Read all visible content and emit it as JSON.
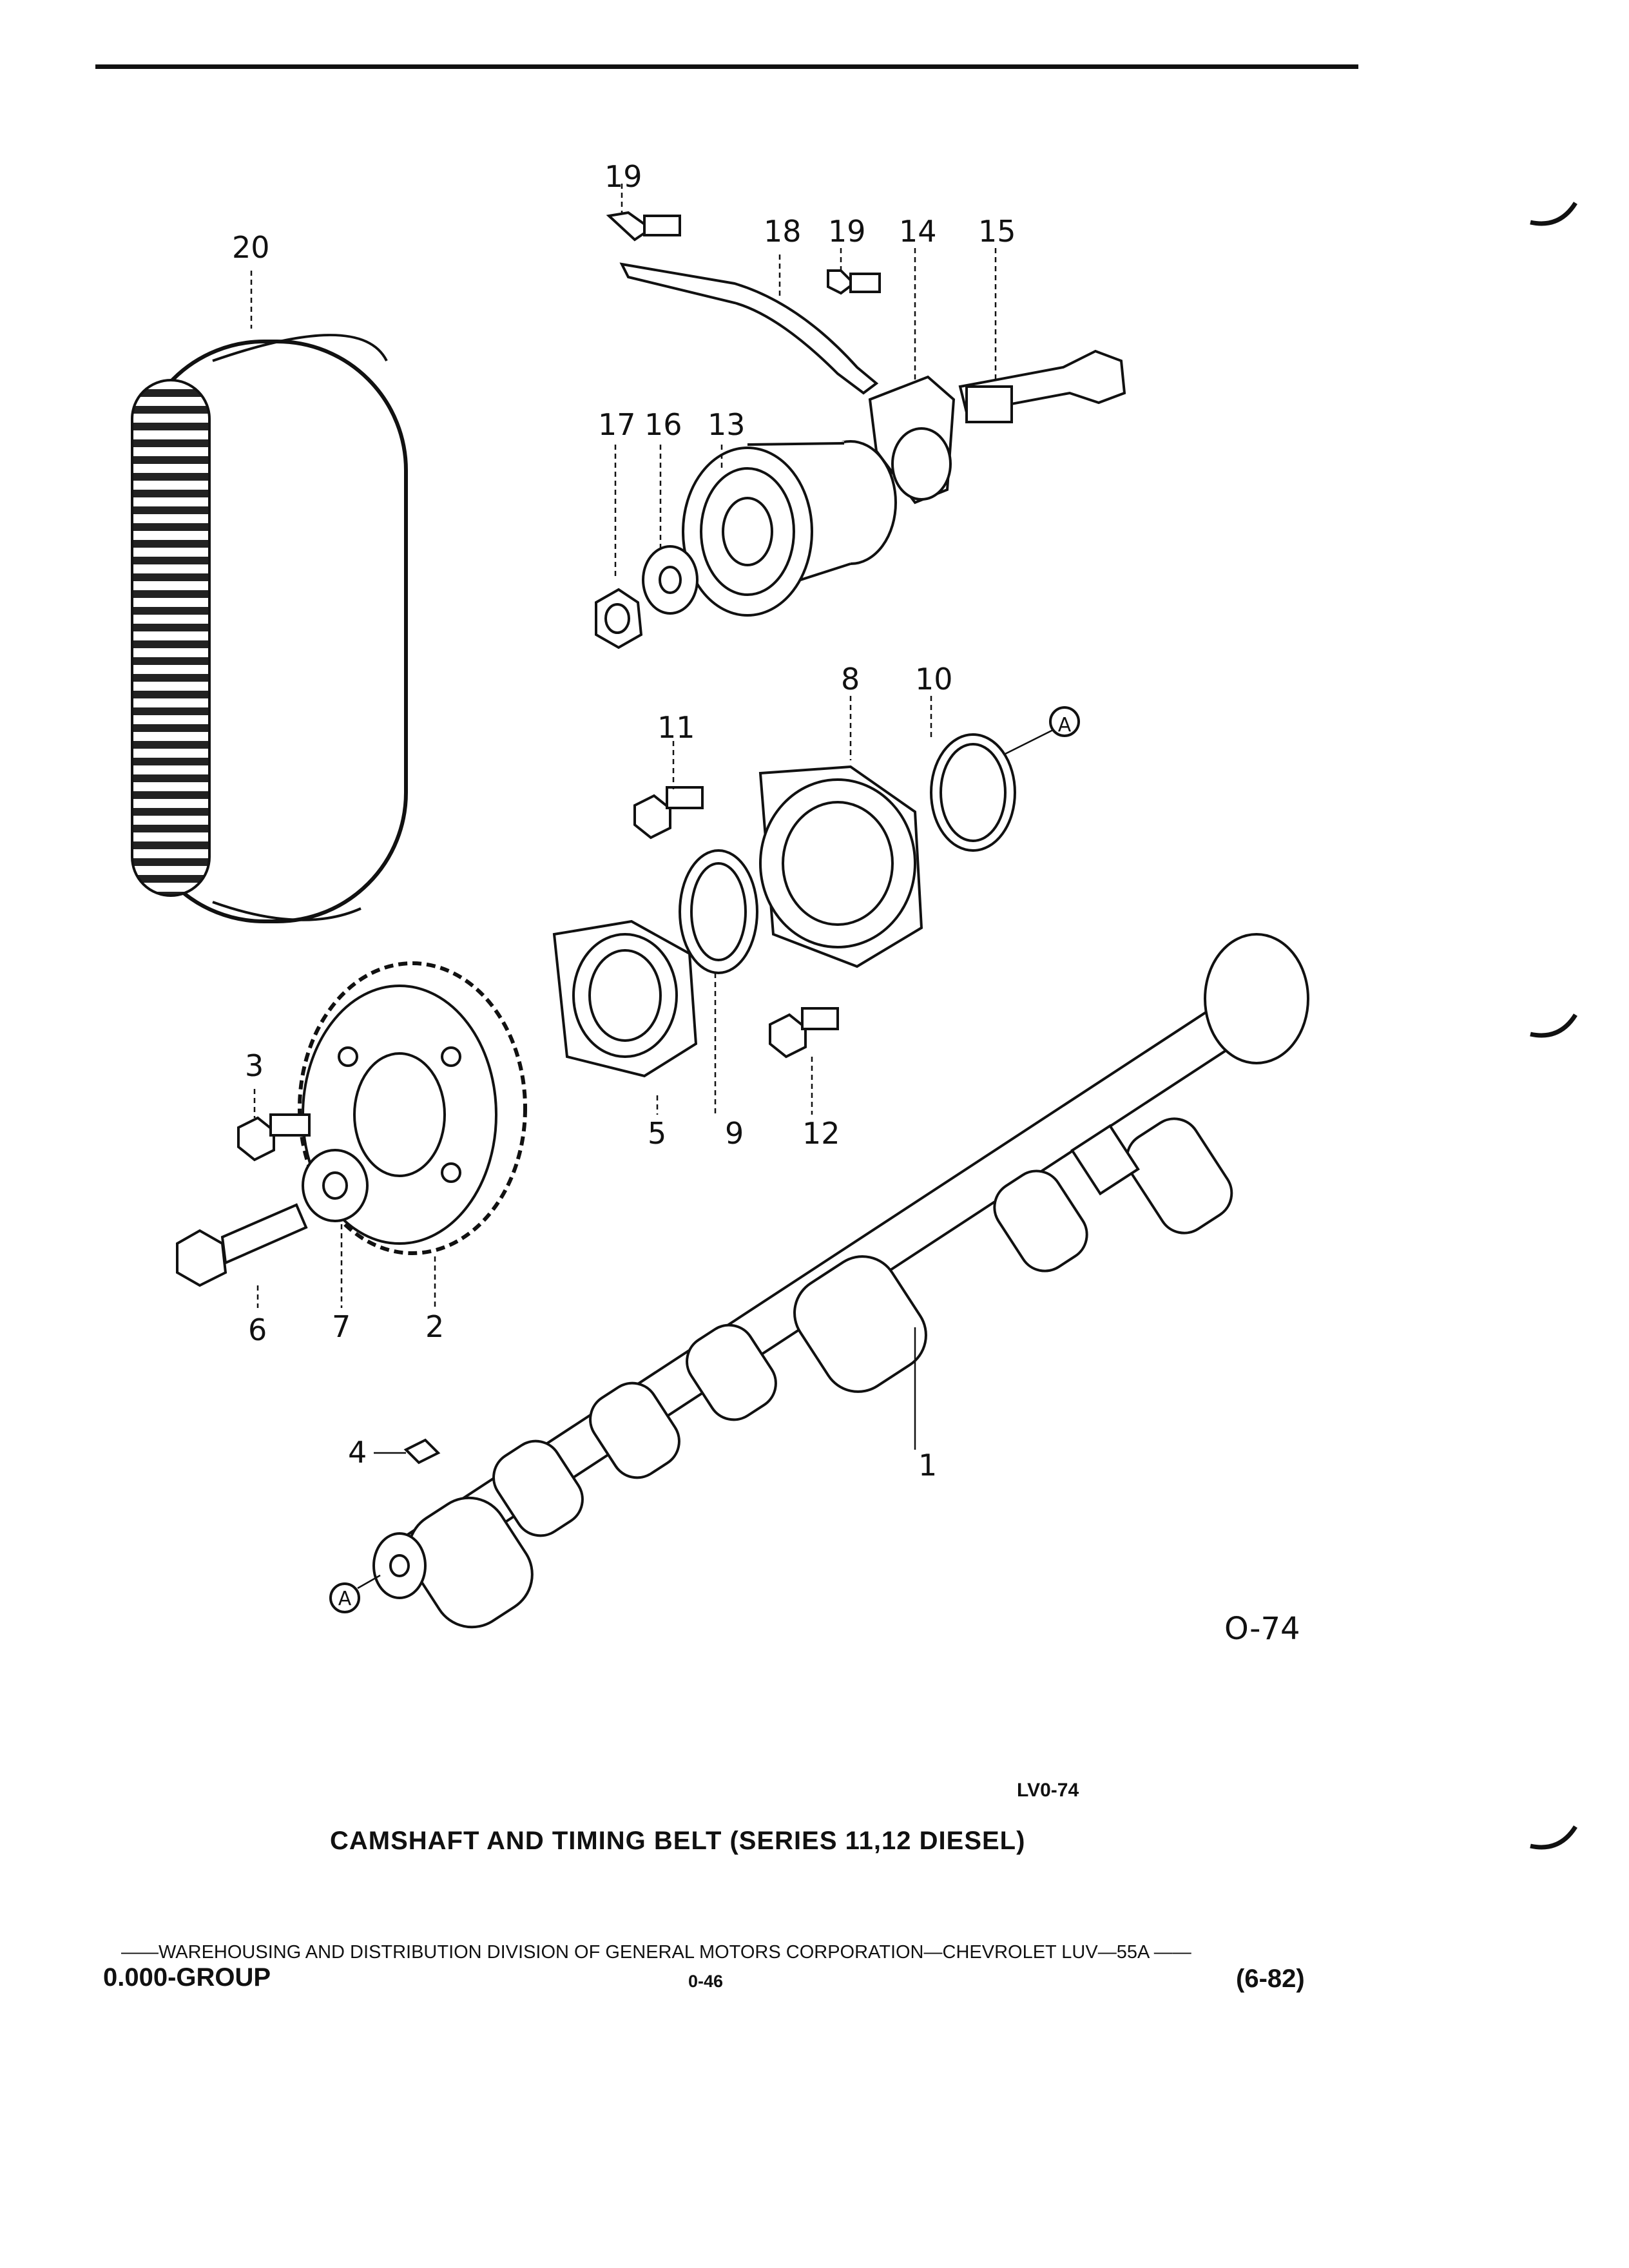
{
  "diagram": {
    "part_numbers": [
      "1",
      "2",
      "3",
      "4",
      "5",
      "6",
      "7",
      "8",
      "9",
      "10",
      "11",
      "12",
      "13",
      "14",
      "15",
      "16",
      "17",
      "18",
      "19",
      "19",
      "20"
    ],
    "reference_mark": "A"
  },
  "figure_code": "O-74",
  "figure_id": "LV0-74",
  "caption": "CAMSHAFT AND TIMING BELT (SERIES 11,12 DIESEL)",
  "footer": {
    "line": "——WAREHOUSING AND DISTRIBUTION  DIVISION OF GENERAL MOTORS CORPORATION—CHEVROLET LUV—55A  ——",
    "group": "0.000-GROUP",
    "page": "0-46",
    "date": "(6-82)"
  }
}
